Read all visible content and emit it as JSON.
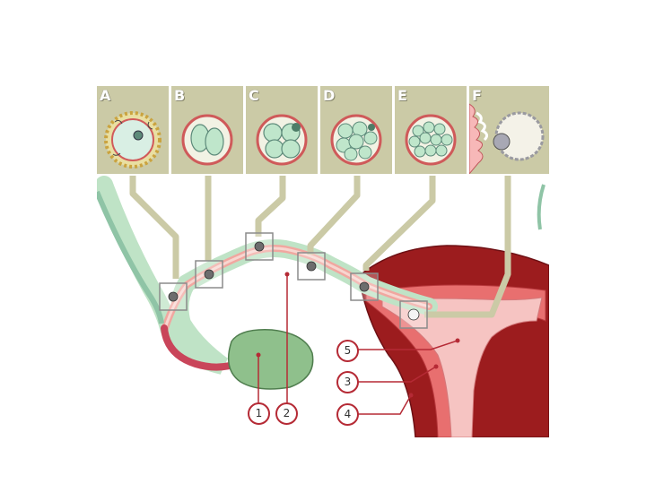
{
  "stages": [
    {
      "letter": "A",
      "color": "#cbcaa6"
    },
    {
      "letter": "B",
      "color": "#cbcaa6"
    },
    {
      "letter": "C",
      "color": "#cbcaa6"
    },
    {
      "letter": "D",
      "color": "#cbcaa6"
    },
    {
      "letter": "E",
      "color": "#cbcaa6"
    },
    {
      "letter": "F",
      "color": "#cbcaa6"
    }
  ],
  "callouts": [
    "1",
    "2",
    "3",
    "4",
    "5"
  ],
  "colors": {
    "panel": "#cbcaa6",
    "uterus_wall": "#9c1c1e",
    "endometrium": "#f2a4a4",
    "tube": "#bfe3c6",
    "ovary": "#8fc08c",
    "label_ring": "#b52a35"
  }
}
